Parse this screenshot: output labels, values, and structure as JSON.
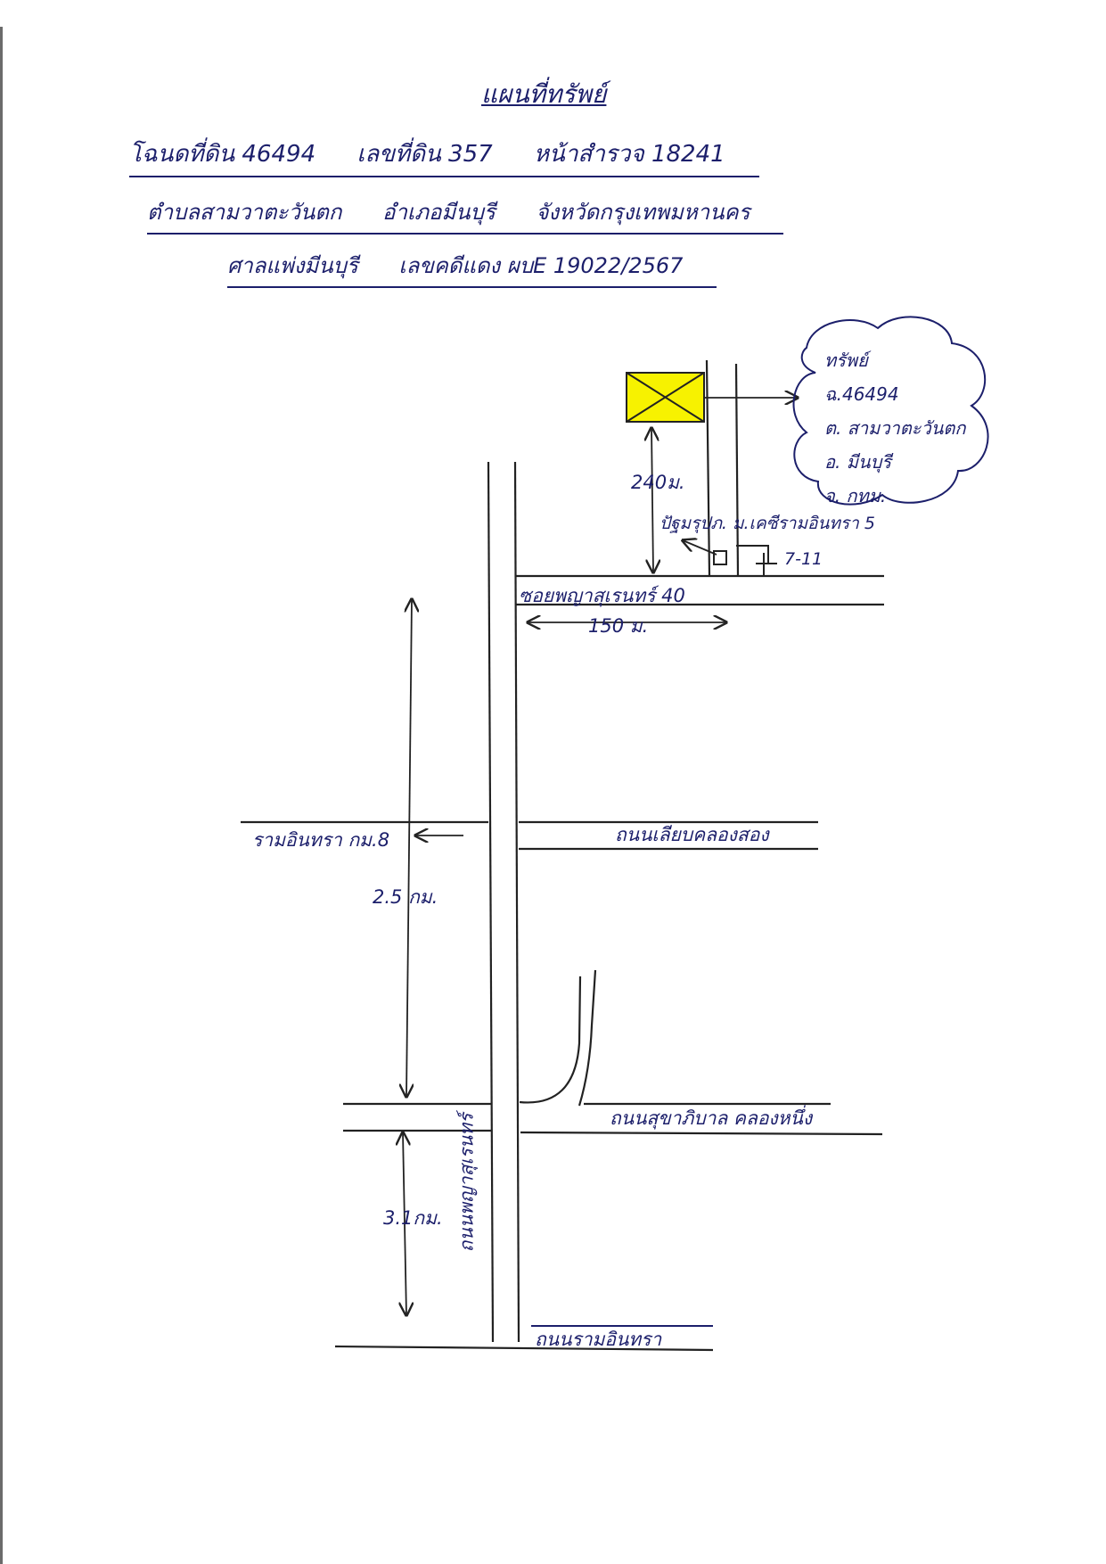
{
  "header": {
    "title": "แผนที่ทรัพย์",
    "line1": [
      "โฉนดที่ดิน 46494",
      "เลขที่ดิน 357",
      "หน้าสำรวจ 18241"
    ],
    "line2": [
      "ตำบลสามวาตะวันตก",
      "อำเภอมีนบุรี",
      "จังหวัดกรุงเทพมหานคร"
    ],
    "line3": [
      "ศาลแพ่งมีนบุรี",
      "เลขคดีแดง ผบE 19022/2567"
    ]
  },
  "property_note": {
    "lines": [
      "ทรัพย์",
      "ฉ.46494",
      "ต. สามวาตะวันตก",
      "อ. มีนบุรี",
      "จ. กทม."
    ]
  },
  "labels": {
    "dist_240": "240ม.",
    "village": "ปัฐมรุปภ. ม.เคซีรามอินทรา 5",
    "seven_eleven": "7-11",
    "soi": "ซอยพญาสุเรนทร์ 40",
    "dist_150": "150 ม.",
    "ramintra_km8": "รามอินทรา กม.8",
    "road_liap": "ถนนเลียบคลองสอง",
    "dist_2_5": "2.5 กม.",
    "road_phraya": "ถนนพญาสุเรนทร์",
    "road_sukhapiban": "ถนนสุขาภิบาล คลองหนึ่ง",
    "dist_3_1": "3.1กม.",
    "road_ramintra": "ถนนรามอินทรา"
  },
  "colors": {
    "ink": "#1c1f6b",
    "line": "#222222",
    "marker": "#f7f200"
  },
  "icons": [
    "property-marker-icon",
    "store-icon",
    "arrow-icon"
  ]
}
